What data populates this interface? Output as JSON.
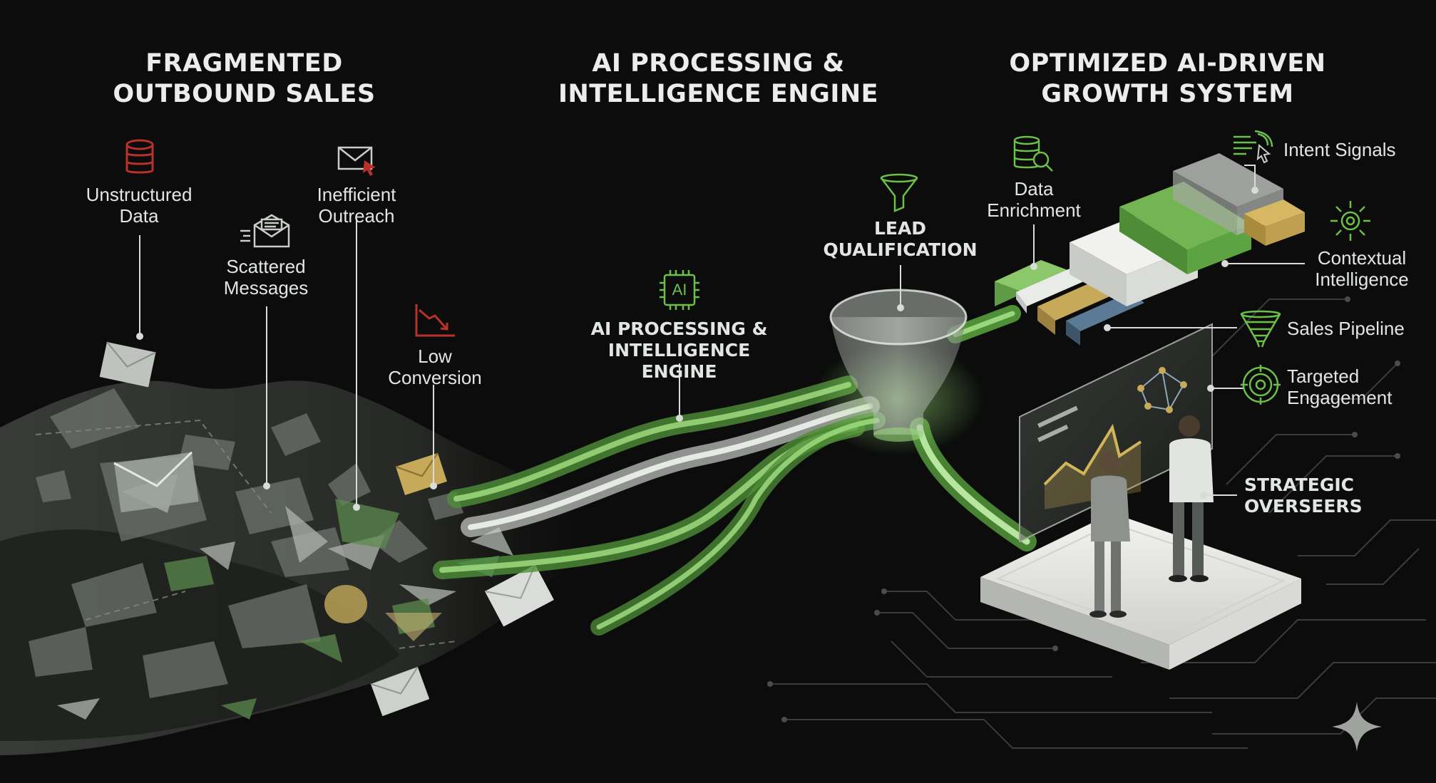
{
  "sections": {
    "fragmented": {
      "line1": "FRAGMENTED",
      "line2": "OUTBOUND SALES"
    },
    "processing": {
      "line1": "AI PROCESSING &",
      "line2": "INTELLIGENCE ENGINE"
    },
    "optimized": {
      "line1": "OPTIMIZED AI-DRIVEN",
      "line2": "GROWTH SYSTEM"
    }
  },
  "left_labels": {
    "unstructured": {
      "line1": "Unstructured",
      "line2": "Data"
    },
    "scattered": {
      "line1": "Scattered",
      "line2": "Messages"
    },
    "inefficient": {
      "line1": "Inefficient",
      "line2": "Outreach"
    },
    "low_conversion": {
      "line1": "Low",
      "line2": "Conversion"
    }
  },
  "center_labels": {
    "engine": {
      "line1": "AI PROCESSING &",
      "line2": "INTELLIGENCE ENGINE"
    },
    "lead": {
      "line1": "LEAD",
      "line2": "QUALIFICATION"
    },
    "chip_text": "AI"
  },
  "right_labels": {
    "enrichment": {
      "line1": "Data",
      "line2": "Enrichment"
    },
    "intent": "Intent Signals",
    "contextual": {
      "line1": "Contextual",
      "line2": "Intelligence"
    },
    "pipeline": "Sales Pipeline",
    "targeted": {
      "line1": "Targeted",
      "line2": "Engagement"
    },
    "overseers": {
      "line1": "STRATEGIC",
      "line2": "OVERSEERS"
    }
  },
  "icons": {
    "unstructured": "database-icon",
    "scattered": "envelope-icon",
    "inefficient": "mail-cursor-icon",
    "low_conversion": "declining-chart-icon",
    "engine": "ai-chip-icon",
    "lead": "funnel-icon",
    "enrichment": "database-search-icon",
    "intent": "signal-cursor-icon",
    "contextual": "gear-network-icon",
    "pipeline": "pipeline-funnel-icon",
    "targeted": "target-icon",
    "corner": "sparkle-icon"
  },
  "colors": {
    "background": "#0b0c0b",
    "accent_green": "#6bc04a",
    "alert_red": "#b8322b",
    "gold": "#c7a95a",
    "text": "#e8ece8"
  }
}
